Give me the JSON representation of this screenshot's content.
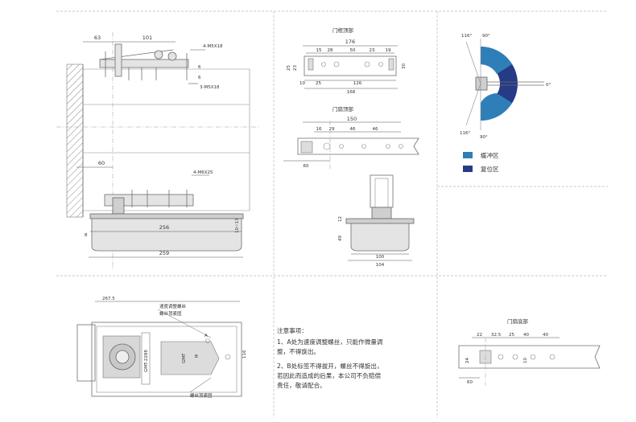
{
  "front_view": {
    "dims": {
      "d63": "63",
      "d101": "101",
      "d60": "60",
      "d256": "256",
      "d259": "259",
      "d8": "8",
      "d6": "6",
      "d10_13": "10~13"
    },
    "screws": {
      "top_screw": "4-M5X18",
      "side_screw": "3-M5X18",
      "mid_screw": "4-M6X25"
    }
  },
  "frame_top": {
    "title": "门框顶部",
    "dims": {
      "w176": "176",
      "w168": "168",
      "w126": "126",
      "d15": "15",
      "d28": "28",
      "d50": "50",
      "d23": "23",
      "d19": "19",
      "d10": "10",
      "d25": "25",
      "h25": "25",
      "h23": "23",
      "h30": "30"
    }
  },
  "leaf_top": {
    "title": "门扇顶部",
    "dims": {
      "w150": "150",
      "d16": "16",
      "d29": "29",
      "d46a": "46",
      "d46b": "46",
      "d60": "60"
    }
  },
  "side_view": {
    "dims": {
      "h12": "12",
      "h49": "49",
      "w100": "100",
      "w104": "104"
    }
  },
  "angle_diagram": {
    "labels": {
      "a116_top": "116°",
      "a90_top": "90°",
      "a0": "0°",
      "a116_bot": "116°",
      "a90_bot": "90°"
    },
    "colors": {
      "buffer": "#2e7fb8",
      "reset": "#263b86"
    },
    "legend": [
      {
        "label": "缓冲区"
      },
      {
        "label": "复位区"
      }
    ]
  },
  "plan_view": {
    "dims": {
      "w267_5": "267.5",
      "h116": "116"
    },
    "callouts": {
      "speed": "速度调整螺丝",
      "screw_a": "螺丝顶紧固",
      "screw_b": "螺丝顶紧固"
    },
    "marks": {
      "a": "A",
      "b": "B"
    },
    "brand": "GMT",
    "label_plate": "GMT-2288"
  },
  "notes": {
    "title": "注意事项：",
    "item1_line1": "1、A处为速度调整螺丝，只能作微量调",
    "item1_line2": "整，不得旋出。",
    "item2_line1": "2、B处标签不得拔开，螺丝不得旋出，",
    "item2_line2": "若因此而造成的后果，本公司不负赔偿",
    "item2_line3": "责任，敬请配合。"
  },
  "leaf_bottom": {
    "title": "门扇底部",
    "dims": {
      "d22": "22",
      "d32_5": "32.5",
      "d25": "25",
      "d40a": "40",
      "d40b": "40",
      "h24": "24",
      "h10": "10",
      "d60": "60"
    }
  }
}
